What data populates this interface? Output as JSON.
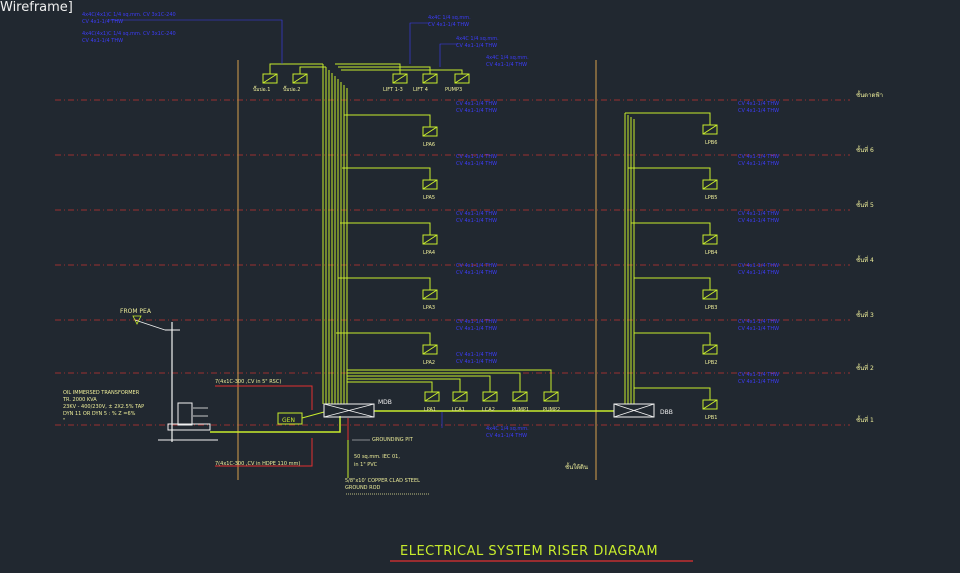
{
  "viewport": {
    "label": "Wireframe]"
  },
  "colors": {
    "background": "#212830",
    "wire": "#c8ec2c",
    "note": "#3c3cf8",
    "floor_line": "#9a3030",
    "frame": "#b88c48",
    "red": "#e43030",
    "text": "#eeee9a",
    "white": "#f2f2f2"
  },
  "title": "ELECTRICAL SYSTEM RISER DIAGRAM",
  "floors": [
    "ชั้นดาดฟ้า",
    "ชั้นที่ 6",
    "ชั้นที่ 5",
    "ชั้นที่ 4",
    "ชั้นที่ 3",
    "ชั้นที่ 2",
    "ชั้นที่ 1"
  ],
  "roof_loads": [
    "ปั๊มบ่อ.1",
    "ปั๊มบ่อ.2",
    "LIFT 1-3",
    "LIFT 4",
    "PUMP3"
  ],
  "left_panels": [
    "LPA6",
    "LPA5",
    "LPA4",
    "LPA3",
    "LPA2"
  ],
  "right_panels": [
    "LPB6",
    "LPB5",
    "LPB4",
    "LPB3",
    "LPB2",
    "LPB1"
  ],
  "ground_loads": [
    "LPA1",
    "LCA1",
    "LCA2",
    "PUMP1",
    "PUMP2"
  ],
  "mdb_label": "MDB",
  "dbb_label": "DBB",
  "gen_label": "GEN",
  "from_pea": "FROM PEA",
  "transformer": [
    "OIL IMMERSED TRANSFORMER",
    "TR. 2000 KVA",
    "23KV - 400/230V, ± 2X2.5% TAP",
    "DYN 11 OR DYN 5 : % Z =6%",
    "\""
  ],
  "cable_upper": "7(4x1C-300 ,CV in 5\" RSC)",
  "cable_lower": "7(4x1C-300 ,CV in HDPE 110 mm)",
  "grounding_label": "GROUNDING PIT",
  "grounding_notes": [
    "50 sq.mm. IEC 01,",
    "in 1\" PVC",
    "5/8\"x10' COPPER CLAD STEEL",
    "GROUND ROD"
  ],
  "ground_floor_label": "ชั้นใต้ดิน",
  "feeder_notes": [
    "4x4C(4x1)C 1/4 sq.mm. CV 3x1C-240",
    "4x4C(4x1)C 1/4 sq.mm. CV 3x1C-240",
    "4x4C 1/4 sq.mm.",
    "4x4C 1/4 sq.mm.",
    "4x4C 1/4 sq.mm.",
    "CV 4x1-1/4 THW",
    "CV 4x1-1/4 THW",
    "CV 4x1-1/4 THW",
    "CV 4x1-1/4 THW",
    "CV 4x1-1/4 THW",
    "CV 4x1-1/4 THW"
  ]
}
